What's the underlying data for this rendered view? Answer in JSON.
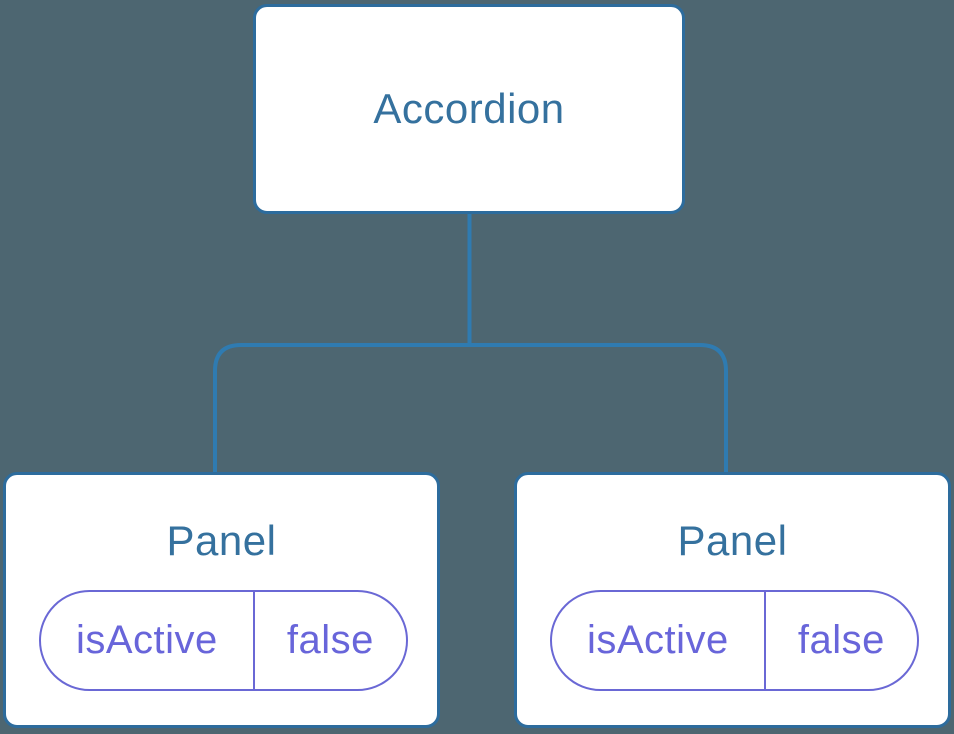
{
  "tree": {
    "root": {
      "label": "Accordion"
    },
    "children": [
      {
        "label": "Panel",
        "state": {
          "key": "isActive",
          "value": "false"
        }
      },
      {
        "label": "Panel",
        "state": {
          "key": "isActive",
          "value": "false"
        }
      }
    ]
  },
  "colors": {
    "background": "#4D6671",
    "node_fill": "#FFFFFF",
    "node_border": "#2D6C9D",
    "node_text": "#35719E",
    "connector": "#2F7BB1",
    "state_border": "#6A68D5",
    "state_text": "#6865DA"
  }
}
